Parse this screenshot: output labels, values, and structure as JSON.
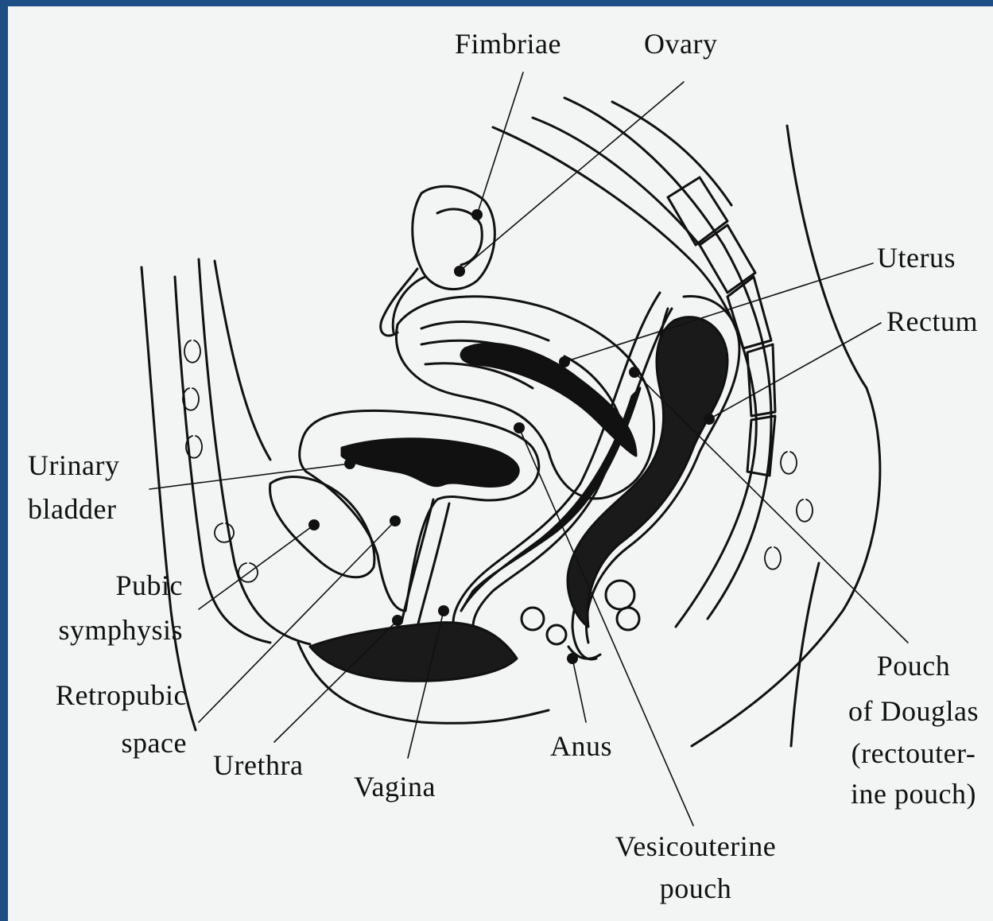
{
  "diagram": {
    "labels": {
      "fimbriae": "Fimbriae",
      "ovary": "Ovary",
      "uterus": "Uterus",
      "rectum": "Rectum",
      "urinary_bladder_1": "Urinary",
      "urinary_bladder_2": "bladder",
      "pubic_symphysis_1": "Pubic",
      "pubic_symphysis_2": "symphysis",
      "retropubic_space_1": "Retropubic",
      "retropubic_space_2": "space",
      "urethra": "Urethra",
      "vagina": "Vagina",
      "anus": "Anus",
      "vesicouterine_pouch_1": "Vesicouterine",
      "vesicouterine_pouch_2": "pouch",
      "pouch_of_douglas_1": "Pouch",
      "pouch_of_douglas_2": "of Douglas",
      "pouch_of_douglas_3": "(rectouter-",
      "pouch_of_douglas_4": "ine pouch)"
    }
  },
  "colors": {
    "frame": "#1d4f86",
    "paper": "#f3f4f4",
    "ink": "#111111"
  }
}
